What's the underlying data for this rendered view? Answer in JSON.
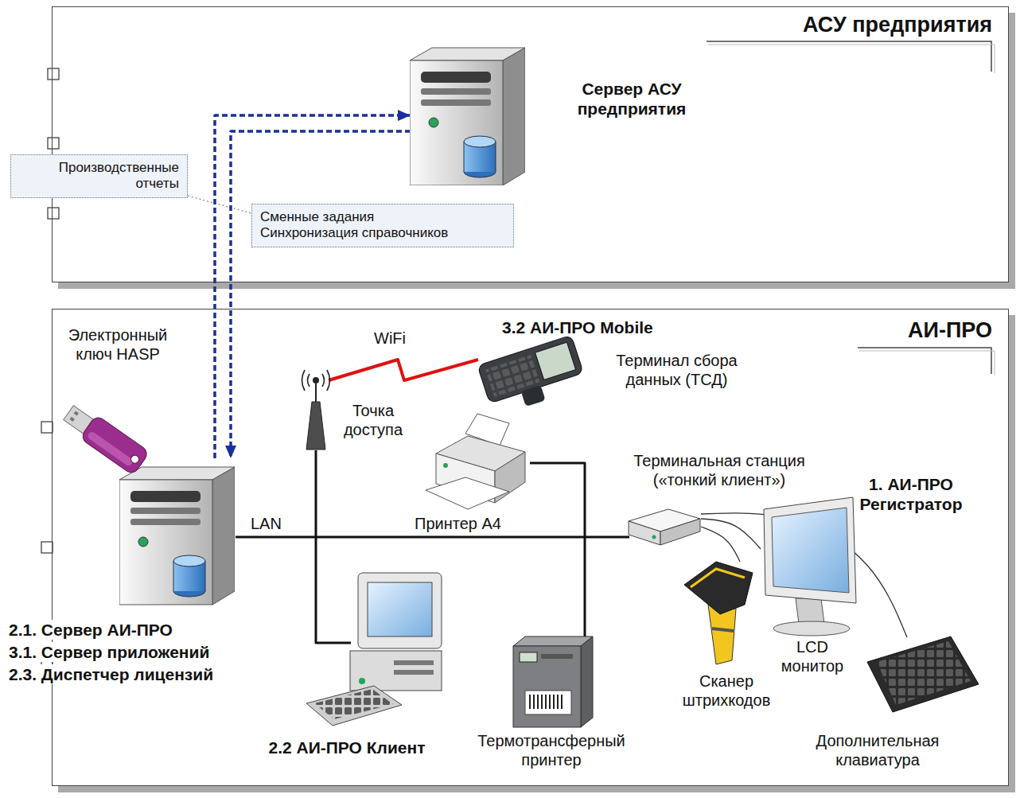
{
  "diagram": {
    "nodes": [
      {
        "text": [
          "АСУ предприятия"
        ]
      },
      {
        "text": [
          "Сервер АСУ предприятия"
        ],
        "in": 0
      },
      {
        "text": [
          "Производственные отчеты"
        ],
        "in": 0
      },
      {
        "text": [
          "Сменные задания",
          "Синхронизация справочников"
        ],
        "in": 0
      },
      {
        "text": [
          "АИ-ПРО"
        ]
      },
      {
        "text": [
          "Электронный ключ HASP"
        ],
        "in": 4
      },
      {
        "text": [
          "2.1. Сервер АИ-ПРО",
          "3.1. Сервер приложений",
          "2.3. Диспетчер лицензий"
        ],
        "in": 4
      },
      {
        "text": [
          "Точка доступа"
        ],
        "in": 4
      },
      {
        "text": [
          "3.2 АИ-ПРО Mobile",
          "Терминал сбора данных (ТСД)"
        ],
        "in": 4
      },
      {
        "text": [
          "Принтер А4"
        ],
        "in": 4
      },
      {
        "text": [
          "Терминальная станция («тонкий клиент»)"
        ],
        "in": 4
      },
      {
        "text": [
          "LCD монитор"
        ],
        "in": 4
      },
      {
        "text": [
          "2.2 АИ-ПРО Клиент"
        ],
        "in": 4
      },
      {
        "text": [
          "Термотрансферный принтер"
        ],
        "in": 4
      },
      {
        "text": [
          "Сканер штрихкодов"
        ],
        "in": 4
      },
      {
        "text": [
          "Дополнительная клавиатура"
        ],
        "in": 4
      }
    ],
    "edges": [
      {
        "from": 6,
        "to": 1,
        "arrow": "to"
      },
      {
        "from": 1,
        "to": 6,
        "arrow": "to"
      },
      {
        "from": 6,
        "to": 10,
        "arrow": "none"
      },
      {
        "from": 7,
        "to": 12,
        "arrow": "none"
      },
      {
        "from": 9,
        "to": 13,
        "arrow": "none"
      },
      {
        "from": 7,
        "to": 8,
        "arrow": "none"
      },
      {
        "from": 10,
        "to": 14,
        "arrow": "none"
      },
      {
        "from": 10,
        "to": 11,
        "arrow": "none"
      },
      {
        "from": 10,
        "to": 15,
        "arrow": "none"
      }
    ],
    "labels": [
      "WiFi",
      "LAN",
      "1. АИ-ПРО Регистратор"
    ]
  }
}
